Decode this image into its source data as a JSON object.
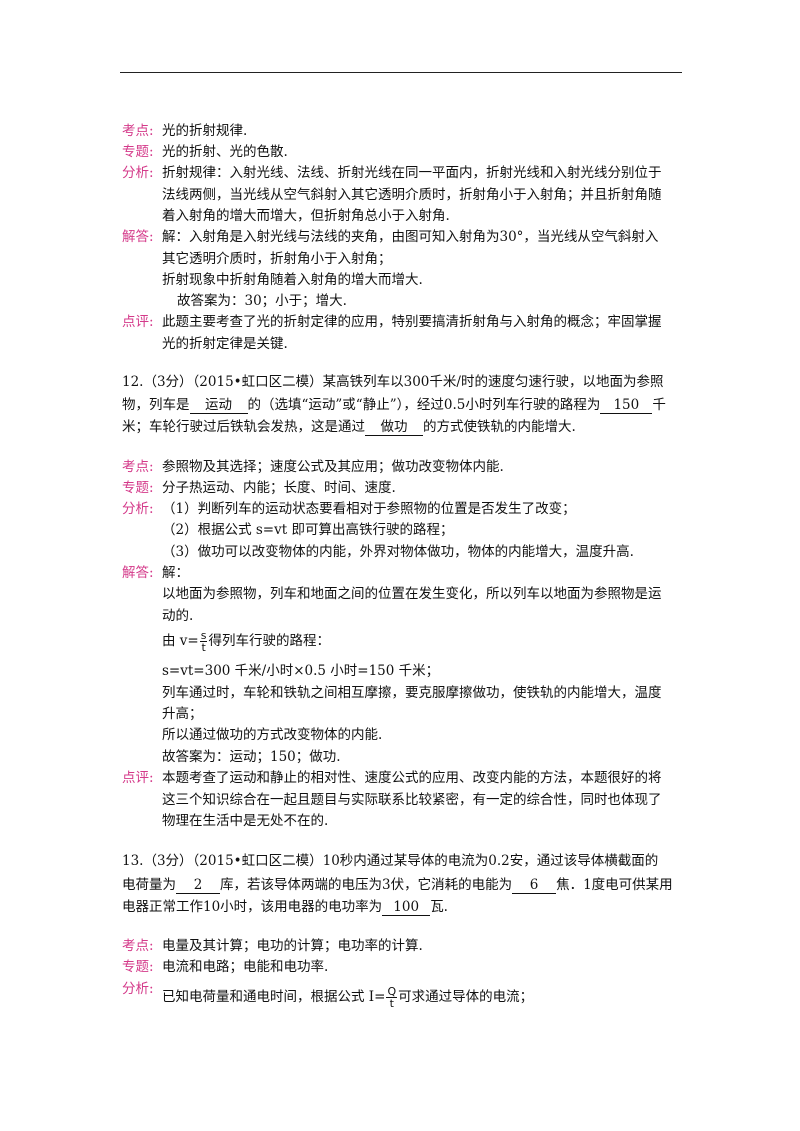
{
  "block1": {
    "kaodian_label": "考点:",
    "kaodian": "光的折射规律.",
    "zhuanti_label": "专题:",
    "zhuanti": "光的折射、光的色散.",
    "fenxi_label": "分析:",
    "fenxi": [
      "折射规律：入射光线、法线、折射光线在同一平面内，折射光线和入射光线分别位于",
      "法线两侧，当光线从空气斜射入其它透明介质时，折射角小于入射角；并且折射角随",
      "着入射角的增大而增大，但折射角总小于入射角."
    ],
    "jieda_label": "解答:",
    "jieda": [
      "解：入射角是入射光线与法线的夹角，由图可知入射角为30°，当光线从空气斜射入",
      "其它透明介质时，折射角小于入射角；",
      "折射现象中折射角随着入射角的增大而增大.",
      "故答案为：30；小于；增大."
    ],
    "dianping_label": "点评:",
    "dianping": [
      "此题主要考查了光的折射定律的应用，特别要搞清折射角与入射角的概念；牢固掌握",
      "光的折射定律是关键."
    ]
  },
  "q12": {
    "line1": "12.（3分）（2015•虹口区二模）某高铁列车以300千米/时的速度匀速行驶，以地面为参照",
    "line2_a": "物，列车是",
    "ans1": "运动",
    "line2_b": "的（选填“运动”或“静止”），经过0.5小时列车行驶的路程为",
    "ans2": "150",
    "line2_c": "千",
    "line3_a": "米；车轮行驶过后铁轨会发热，这是通过",
    "ans3": "做功",
    "line3_b": "的方式使铁轨的内能增大.",
    "kaodian_label": "考点:",
    "kaodian": "参照物及其选择；速度公式及其应用；做功改变物体内能.",
    "zhuanti_label": "专题:",
    "zhuanti": "分子热运动、内能；长度、时间、速度.",
    "fenxi_label": "分析:",
    "fenxi": [
      "（1）判断列车的运动状态要看相对于参照物的位置是否发生了改变；",
      "（2）根据公式 s=vt 即可算出高铁行驶的路程；",
      "（3）做功可以改变物体的内能，外界对物体做功，物体的内能增大，温度升高."
    ],
    "jieda_label": "解答:",
    "jieda_head": "解：",
    "jieda": [
      "以地面为参照物，列车和地面之间的位置在发生变化，所以列车以地面为参照物是运",
      "动的."
    ],
    "formula_pre": "由 v=",
    "formula_num": "s",
    "formula_den": "t",
    "formula_post": "得列车行驶的路程：",
    "jieda2": [
      "s=vt=300 千米/小时×0.5 小时=150 千米；",
      "列车通过时，车轮和铁轨之间相互摩擦，要克服摩擦做功，使铁轨的内能增大，温度",
      "升高；",
      "所以通过做功的方式改变物体的内能.",
      "故答案为：运动；150；做功."
    ],
    "dianping_label": "点评:",
    "dianping": [
      "本题考查了运动和静止的相对性、速度公式的应用、改变内能的方法，本题很好的将",
      "这三个知识综合在一起且题目与实际联系比较紧密，有一定的综合性，同时也体现了",
      "物理在生活中是无处不在的."
    ]
  },
  "q13": {
    "line1": "13.（3分）（2015•虹口区二模）10秒内通过某导体的电流为0.2安，通过该导体横截面的",
    "line2_a": "电荷量为",
    "ans1": "2",
    "line2_b": "库，若该导体两端的电压为3伏，它消耗的电能为",
    "ans2": "6",
    "line2_c": "焦．1度电可供某用",
    "line3_a": "电器正常工作10小时，该用电器的电功率为",
    "ans3": "100",
    "line3_b": "瓦.",
    "kaodian_label": "考点:",
    "kaodian": "电量及其计算；电功的计算；电功率的计算.",
    "zhuanti_label": "专题:",
    "zhuanti": "电流和电路；电能和电功率.",
    "fenxi_label": "分析:",
    "fenxi_pre": "已知电荷量和通电时间，根据公式 I=",
    "fenxi_num": "Q",
    "fenxi_den": "t",
    "fenxi_post": "可求通过导体的电流；"
  },
  "colors": {
    "label": "#d43a8a",
    "text": "#111111"
  }
}
